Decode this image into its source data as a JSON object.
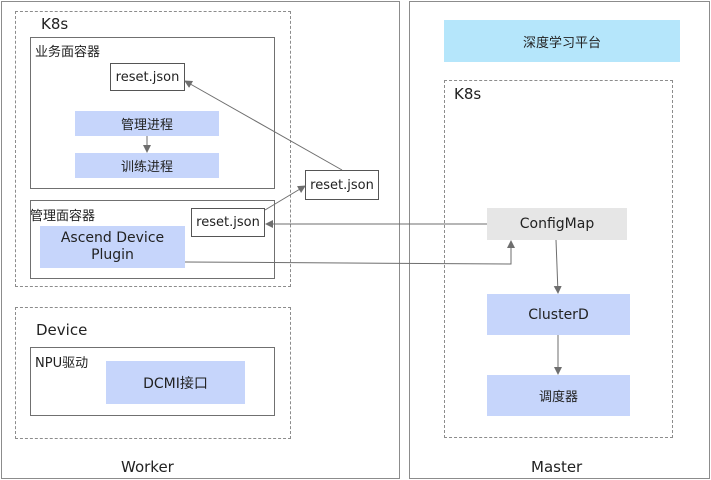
{
  "worker": {
    "label": "Worker",
    "k8s": {
      "title": "K8s",
      "business_container": {
        "title": "业务面容器",
        "file": "reset.json",
        "process_manager": "管理进程",
        "process_train": "训练进程"
      },
      "mgmt_container": {
        "title": "管理面容器",
        "file": "reset.json",
        "plugin": "Ascend Device Plugin"
      },
      "mid_file": "reset.json"
    },
    "device": {
      "title": "Device",
      "npu_driver": "NPU驱动",
      "dcmi": "DCMI接口"
    }
  },
  "master": {
    "label": "Master",
    "platform": "深度学习平台",
    "k8s": {
      "title": "K8s",
      "configmap": "ConfigMap",
      "clusterd": "ClusterD",
      "scheduler": "调度器"
    }
  },
  "colors": {
    "blue_box": "#c6d5fb",
    "grey_box": "#e6e6e6",
    "cyan_box": "#b5e6fb",
    "border": "#8c8c8c",
    "arrow": "#6e6e6e"
  }
}
